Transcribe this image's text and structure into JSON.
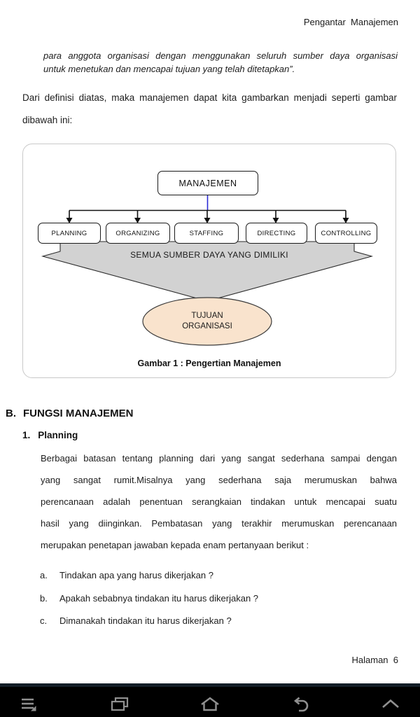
{
  "header": {
    "title": "Pengantar  Manajemen"
  },
  "quote": {
    "lines": [
      "para anggota organisasi dengan menggunakan seluruh sumber daya organisasi",
      "untuk menetukan dan mencapai tujuan yang telah ditetapkan”."
    ]
  },
  "intro": {
    "lines": [
      "Dari definisi diatas, maka manajemen dapat kita gambarkan menjadi seperti gambar",
      "dibawah ini:"
    ]
  },
  "figure": {
    "root": "MANAJEMEN",
    "functions": [
      "PLANNING",
      "ORGANIZING",
      "STAFFING",
      "DIRECTING",
      "CONTROLLING"
    ],
    "arrow_label": "SEMUA SUMBER DAYA YANG DIMILIKI",
    "ellipse_line1": "TUJUAN",
    "ellipse_line2": "ORGANISASI",
    "caption": "Gambar 1 : Pengertian Manajemen",
    "colors": {
      "connector_blue": "#2929d6",
      "connector_black": "#111111",
      "arrow_fill": "#d2d2d2",
      "ellipse_fill": "#f9e3cd",
      "figure_border": "#c9c9c9"
    }
  },
  "section": {
    "letter": "B.",
    "title": "FUNGSI MANAJEMEN"
  },
  "subsection": {
    "number": "1.",
    "title": "Planning",
    "body_lines": [
      "Berbagai batasan tentang planning dari yang sangat sederhana sampai dengan",
      "yang sangat rumit.Misalnya yang sederhana saja merumuskan bahwa",
      "perencanaan adalah penentuan serangkaian tindakan untuk mencapai suatu",
      "hasil yang diinginkan. Pembatasan yang terakhir merumuskan perencanaan",
      "merupakan penetapan jawaban kepada enam pertanyaan berikut :"
    ]
  },
  "list": [
    {
      "marker": "a.",
      "text": "Tindakan apa yang harus dikerjakan ?"
    },
    {
      "marker": "b.",
      "text": "Apakah sebabnya tindakan itu harus dikerjakan ?"
    },
    {
      "marker": "c.",
      "text": "Dimanakah tindakan itu harus dikerjakan ?"
    }
  ],
  "footer": {
    "page_label": "Halaman  6"
  },
  "navbar": {
    "bg": "#000000",
    "icon_color": "#909090",
    "icons": [
      "menu",
      "recent-apps",
      "home",
      "back",
      "collapse"
    ]
  }
}
